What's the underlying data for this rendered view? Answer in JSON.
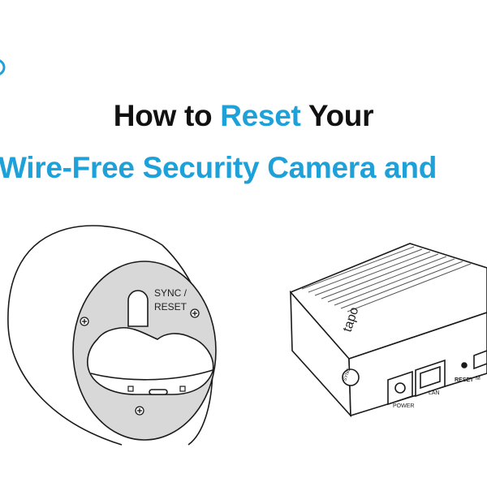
{
  "brand": {
    "logo_icon": "tapo-logo-icon",
    "accent_color": "#1ea0d9"
  },
  "headline": {
    "line1_prefix": "How to ",
    "line1_accent": "Reset",
    "line1_suffix": " Your",
    "line2": "Wire-Free Security Camera and"
  },
  "camera": {
    "button_label_1": "SYNC /",
    "button_label_2": "RESET"
  },
  "hub": {
    "brand_mark": "tapo",
    "sync_label": "SYNC",
    "power_label": "POWER",
    "lan_label": "LAN",
    "reset_label": "RESET",
    "micro_label": "M"
  }
}
